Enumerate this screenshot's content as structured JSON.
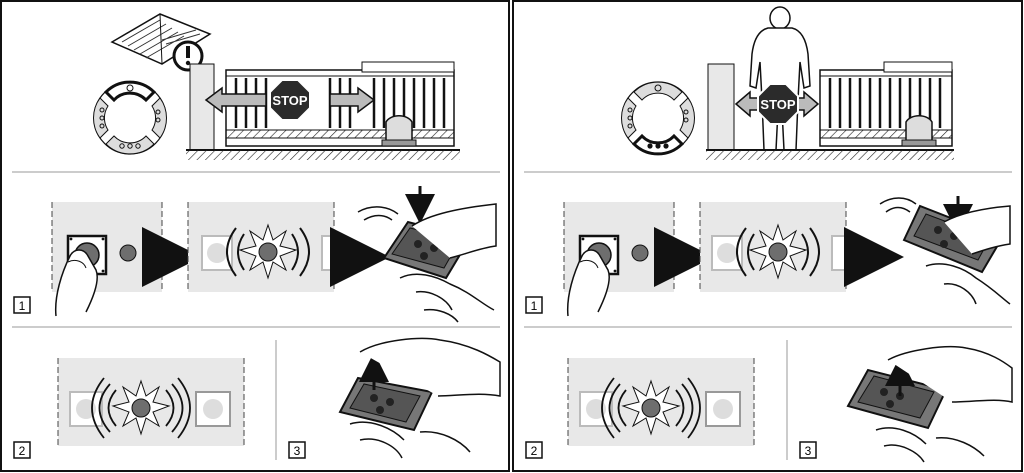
{
  "left_panel": {
    "stop_label": "STOP",
    "step_labels": [
      "1",
      "2",
      "3"
    ]
  },
  "right_panel": {
    "stop_label": "STOP",
    "step_labels": [
      "1",
      "2",
      "3"
    ]
  },
  "icons": {
    "manual": "manual-book-icon",
    "warning": "exclamation-warning-icon",
    "selector": "button-selector-icon",
    "gate": "sliding-gate-icon",
    "motor": "gate-motor-icon",
    "person": "person-icon",
    "learn_button": "learn-button-icon",
    "led": "led-indicator-icon",
    "remote": "remote-control-icon",
    "hand": "hand-icon"
  },
  "colors": {
    "line": "#1a1a1a",
    "panel_fill": "#e8e8e8",
    "led_fill": "#6e6e6e",
    "stop_fill": "#2b2b2b",
    "divider": "#999999"
  }
}
